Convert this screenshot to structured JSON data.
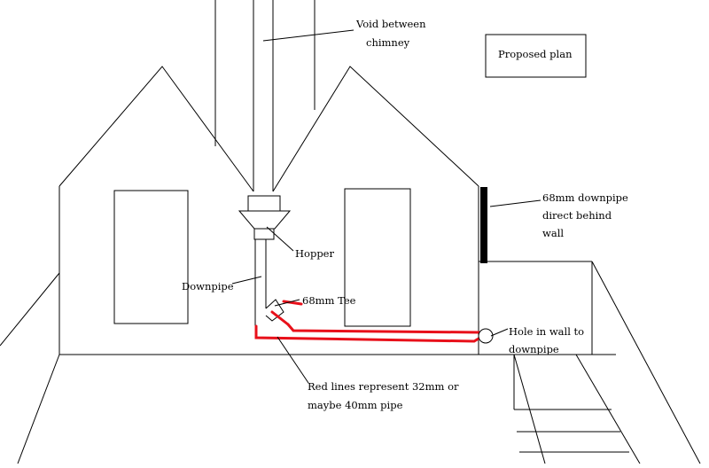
{
  "labels": {
    "void_line1": "Void between",
    "void_line2": "chimney",
    "proposed_plan": "Proposed plan",
    "downpipe68_line1": "68mm downpipe",
    "downpipe68_line2": "direct behind",
    "downpipe68_line3": "wall",
    "hopper": "Hopper",
    "downpipe": "Downpipe",
    "tee": "68mm Tee",
    "hole_line1": "Hole in wall to",
    "hole_line2": "downpipe",
    "red_line1": "Red lines represent 32mm or",
    "red_line2": "maybe 40mm pipe"
  },
  "colors": {
    "ink": "#000000",
    "pipe_red": "#e8101a",
    "background": "#ffffff"
  }
}
